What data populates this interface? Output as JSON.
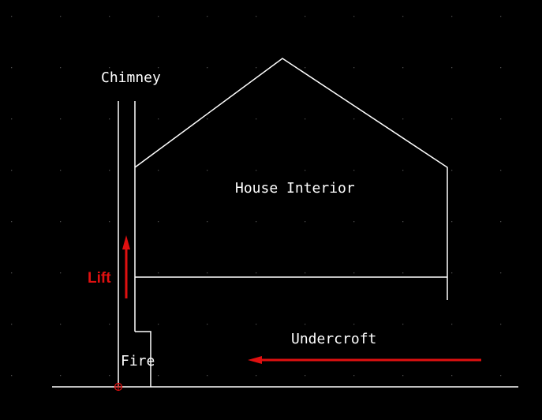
{
  "labels": {
    "chimney": "Chimney",
    "house_interior": "House Interior",
    "lift": "Lift",
    "undercroft": "Undercroft",
    "fire": "Fire"
  },
  "colors": {
    "background": "#000000",
    "line": "#ffffff",
    "accent": "#e01010",
    "grid_dot": "#4a4a4a"
  }
}
